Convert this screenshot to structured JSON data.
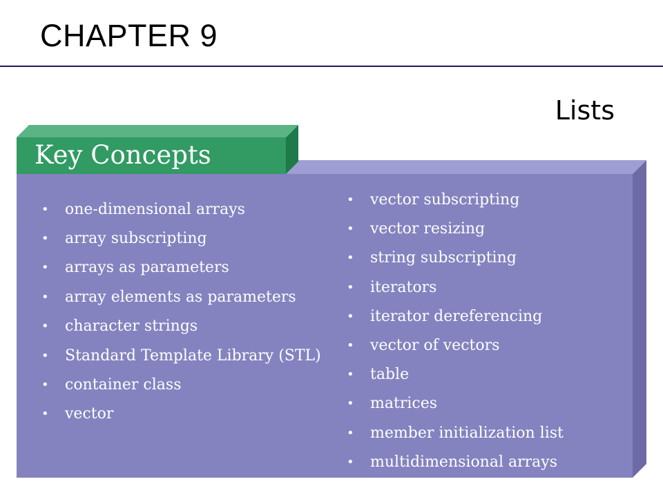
{
  "slide": {
    "chapter": "CHAPTER 9",
    "subtitle": "Lists",
    "panel": {
      "tab_label": "Key Concepts",
      "left_items": [
        "one-dimensional arrays",
        "array subscripting",
        "arrays as parameters",
        "array elements as parameters",
        "character strings",
        "Standard Template Library (STL)",
        "container class",
        "vector"
      ],
      "right_items": [
        "vector subscripting",
        "vector resizing",
        "string subscripting",
        "iterators",
        "iterator dereferencing",
        "vector of vectors",
        "table",
        "matrices",
        "member initialization list",
        "multidimensional arrays"
      ]
    },
    "colors": {
      "panel_face": "#8483c0",
      "panel_top": "#9f9ed4",
      "panel_side": "#6d6ba6",
      "tab_face": "#329a63",
      "tab_top": "#5bb484",
      "tab_side": "#1f7a4a",
      "rule": "#1a1a5e"
    }
  }
}
